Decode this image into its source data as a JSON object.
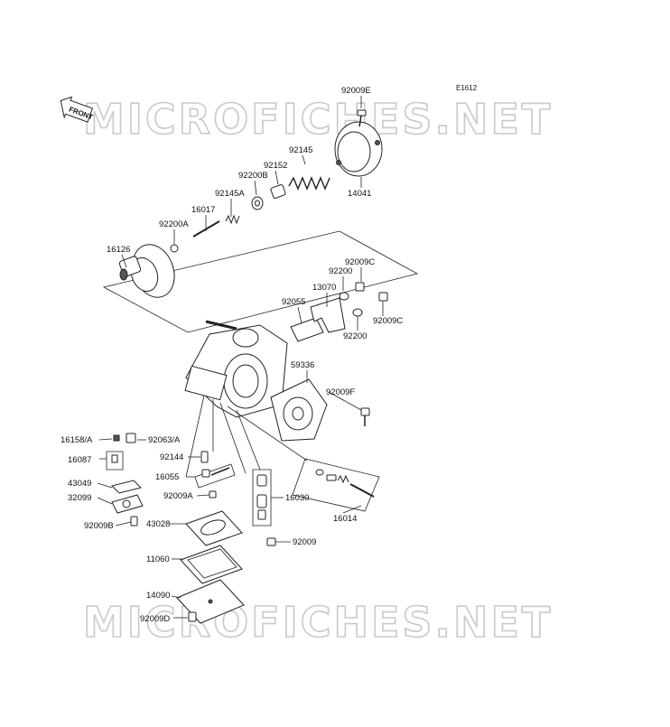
{
  "diagram": {
    "code": "E1612",
    "front_label": "FRONT",
    "watermarks": [
      "MICROFICHES.NET",
      "MICROFICHES.NET"
    ]
  },
  "callouts": [
    "92009E",
    "92145",
    "92152",
    "92200B",
    "92145A",
    "16017",
    "92200A",
    "16126",
    "14041",
    "92009C",
    "92200",
    "13070",
    "92055",
    "92009C",
    "92200",
    "59336",
    "92009F",
    "16158/A",
    "92063/A",
    "16087",
    "92144",
    "16055",
    "43049",
    "32099",
    "92009A",
    "16030",
    "16014",
    "92009B",
    "43028",
    "92009",
    "11060",
    "14090",
    "92009D"
  ]
}
